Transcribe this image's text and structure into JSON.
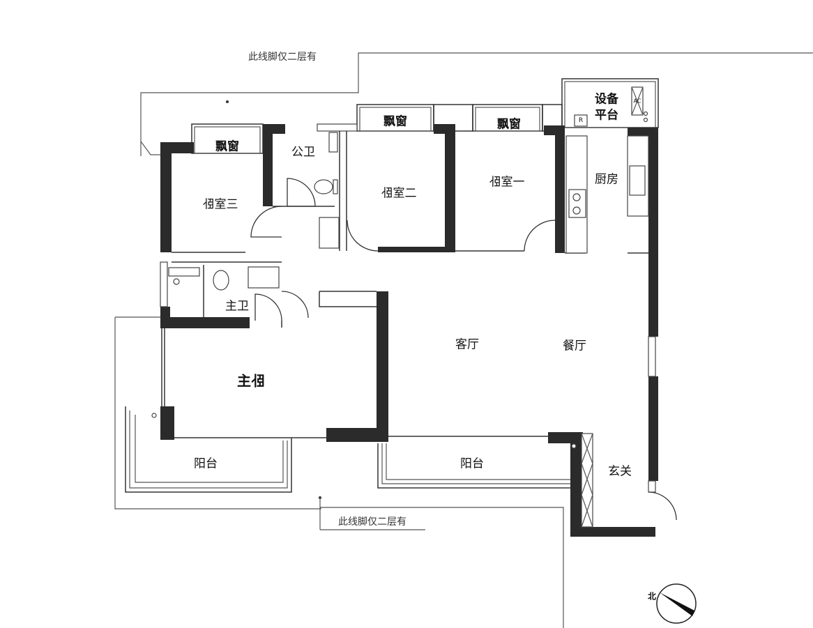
{
  "plan": {
    "rooms": {
      "bedroom3": {
        "mir": "卧",
        "rest": "室三"
      },
      "bedroom2": {
        "mir": "卧",
        "rest": "室二"
      },
      "bedroom1": {
        "mir": "卧",
        "rest": "室一"
      },
      "master_bedroom": {
        "pre": "主",
        "mir": "卧"
      },
      "public_bath": "公卫",
      "master_bath": "主卫",
      "kitchen": "厨房",
      "equipment_platform_line1": "设备",
      "equipment_platform_line2": "平台",
      "living_room": "客厅",
      "dining_room": "餐厅",
      "balcony_left": "阳台",
      "balcony_right": "阳台",
      "entrance": "玄关",
      "bay_window_1": "飘窗",
      "bay_window_2": "飘窗",
      "bay_window_3": "飘窗"
    },
    "notes": {
      "top": "此线脚仅二层有",
      "bottom": "此线脚仅二层有"
    },
    "fixtures": {
      "ac_label": "AC",
      "fridge_label": "R"
    },
    "compass": {
      "label": "北",
      "icon": "north-arrow-icon"
    }
  }
}
